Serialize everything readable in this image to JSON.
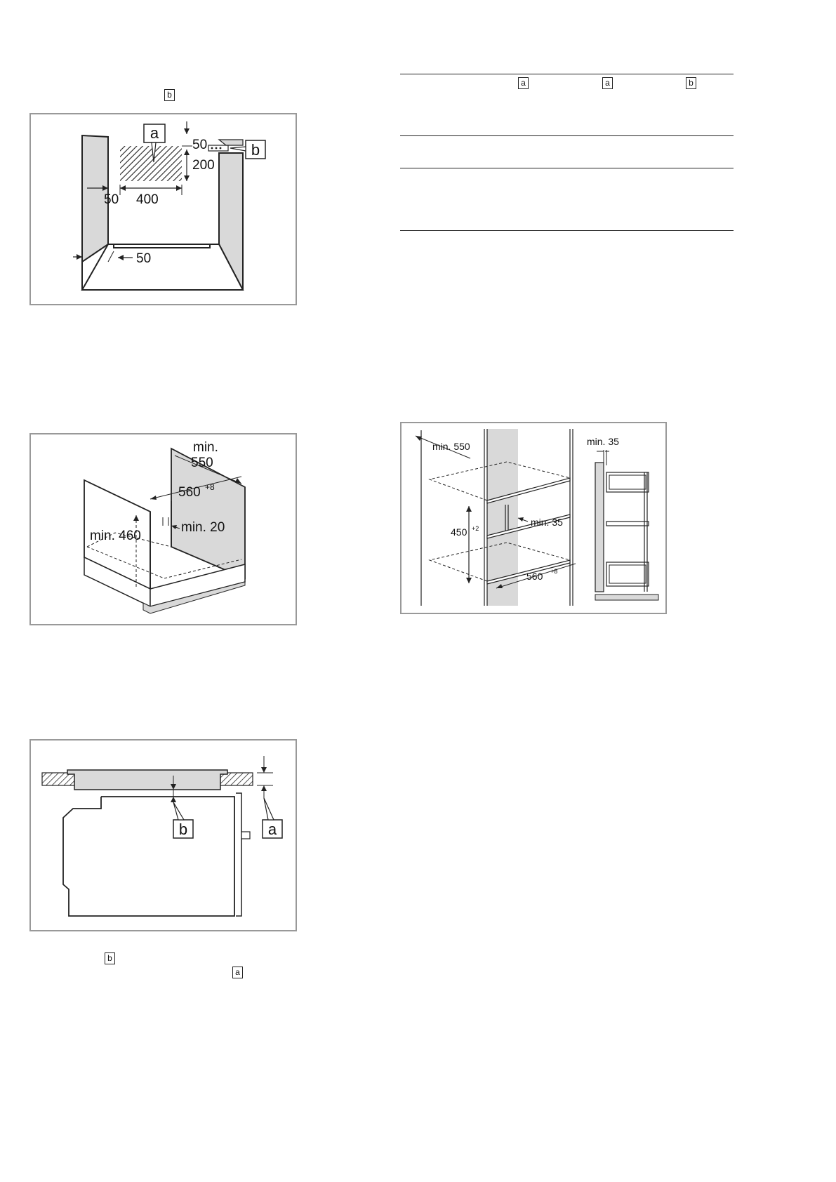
{
  "left_column": {
    "intro_ref_b": "b",
    "figure1": {
      "callout_a": "a",
      "callout_b": "b",
      "dim_top": "50",
      "dim_height": "200",
      "dim_left": "50",
      "dim_width": "400",
      "dim_bottom": "50"
    },
    "figure2": {
      "dim_depth_line1": "min.",
      "dim_depth_line2": "550",
      "dim_width": "560",
      "dim_width_tol": "+8",
      "dim_height": "min. 460",
      "dim_gap": "min. 20"
    },
    "figure3": {
      "callout_b": "b",
      "callout_a": "a"
    },
    "footer_ref_b": "b",
    "footer_ref_a": "a"
  },
  "right_column": {
    "table_header_refs": [
      "a",
      "a",
      "b"
    ],
    "figure4": {
      "dim_depth": "min. 550",
      "dim_side": "min. 35",
      "dim_rear": "min. 35",
      "dim_height": "450",
      "dim_height_tol": "+2",
      "dim_width": "560",
      "dim_width_tol": "+8"
    }
  },
  "colors": {
    "panel_fill": "#d9d9d9",
    "figure_border": "#999999",
    "line": "#222222"
  }
}
